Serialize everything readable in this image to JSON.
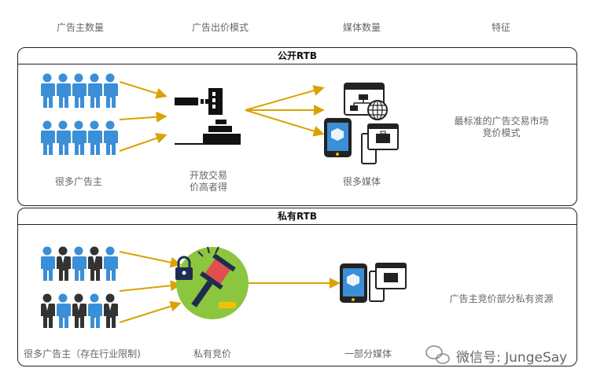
{
  "headers": [
    "广告主数量",
    "广告出价模式",
    "媒体数量",
    "特征"
  ],
  "public": {
    "title": "公开RTB",
    "advertisers": "很多广告主",
    "mode_line1": "开放交易",
    "mode_line2": "价高者得",
    "media": "很多媒体",
    "feature_line1": "最标准的广告交易市场",
    "feature_line2": "竞价模式"
  },
  "private": {
    "title": "私有RTB",
    "advertisers": "很多广告主（存在行业限制)",
    "mode": "私有竞价",
    "media": "一部分媒体",
    "feature": "广告主竞价部分私有资源"
  },
  "watermark": "微信号: JungeSay",
  "colors": {
    "arrow": "#d9a300",
    "person_blue": "#3a8fd6",
    "person_dark": "#333333",
    "green": "#8cc63f",
    "red": "#e05050",
    "gold": "#f2c200",
    "navy": "#1e2d4f"
  },
  "icons": [
    "person-icon",
    "gavel-icon",
    "private-gavel-icon",
    "lock-icon",
    "browser-sitemap-icon",
    "tablet-icon",
    "phone-briefcase-icon",
    "wechat-icon"
  ]
}
